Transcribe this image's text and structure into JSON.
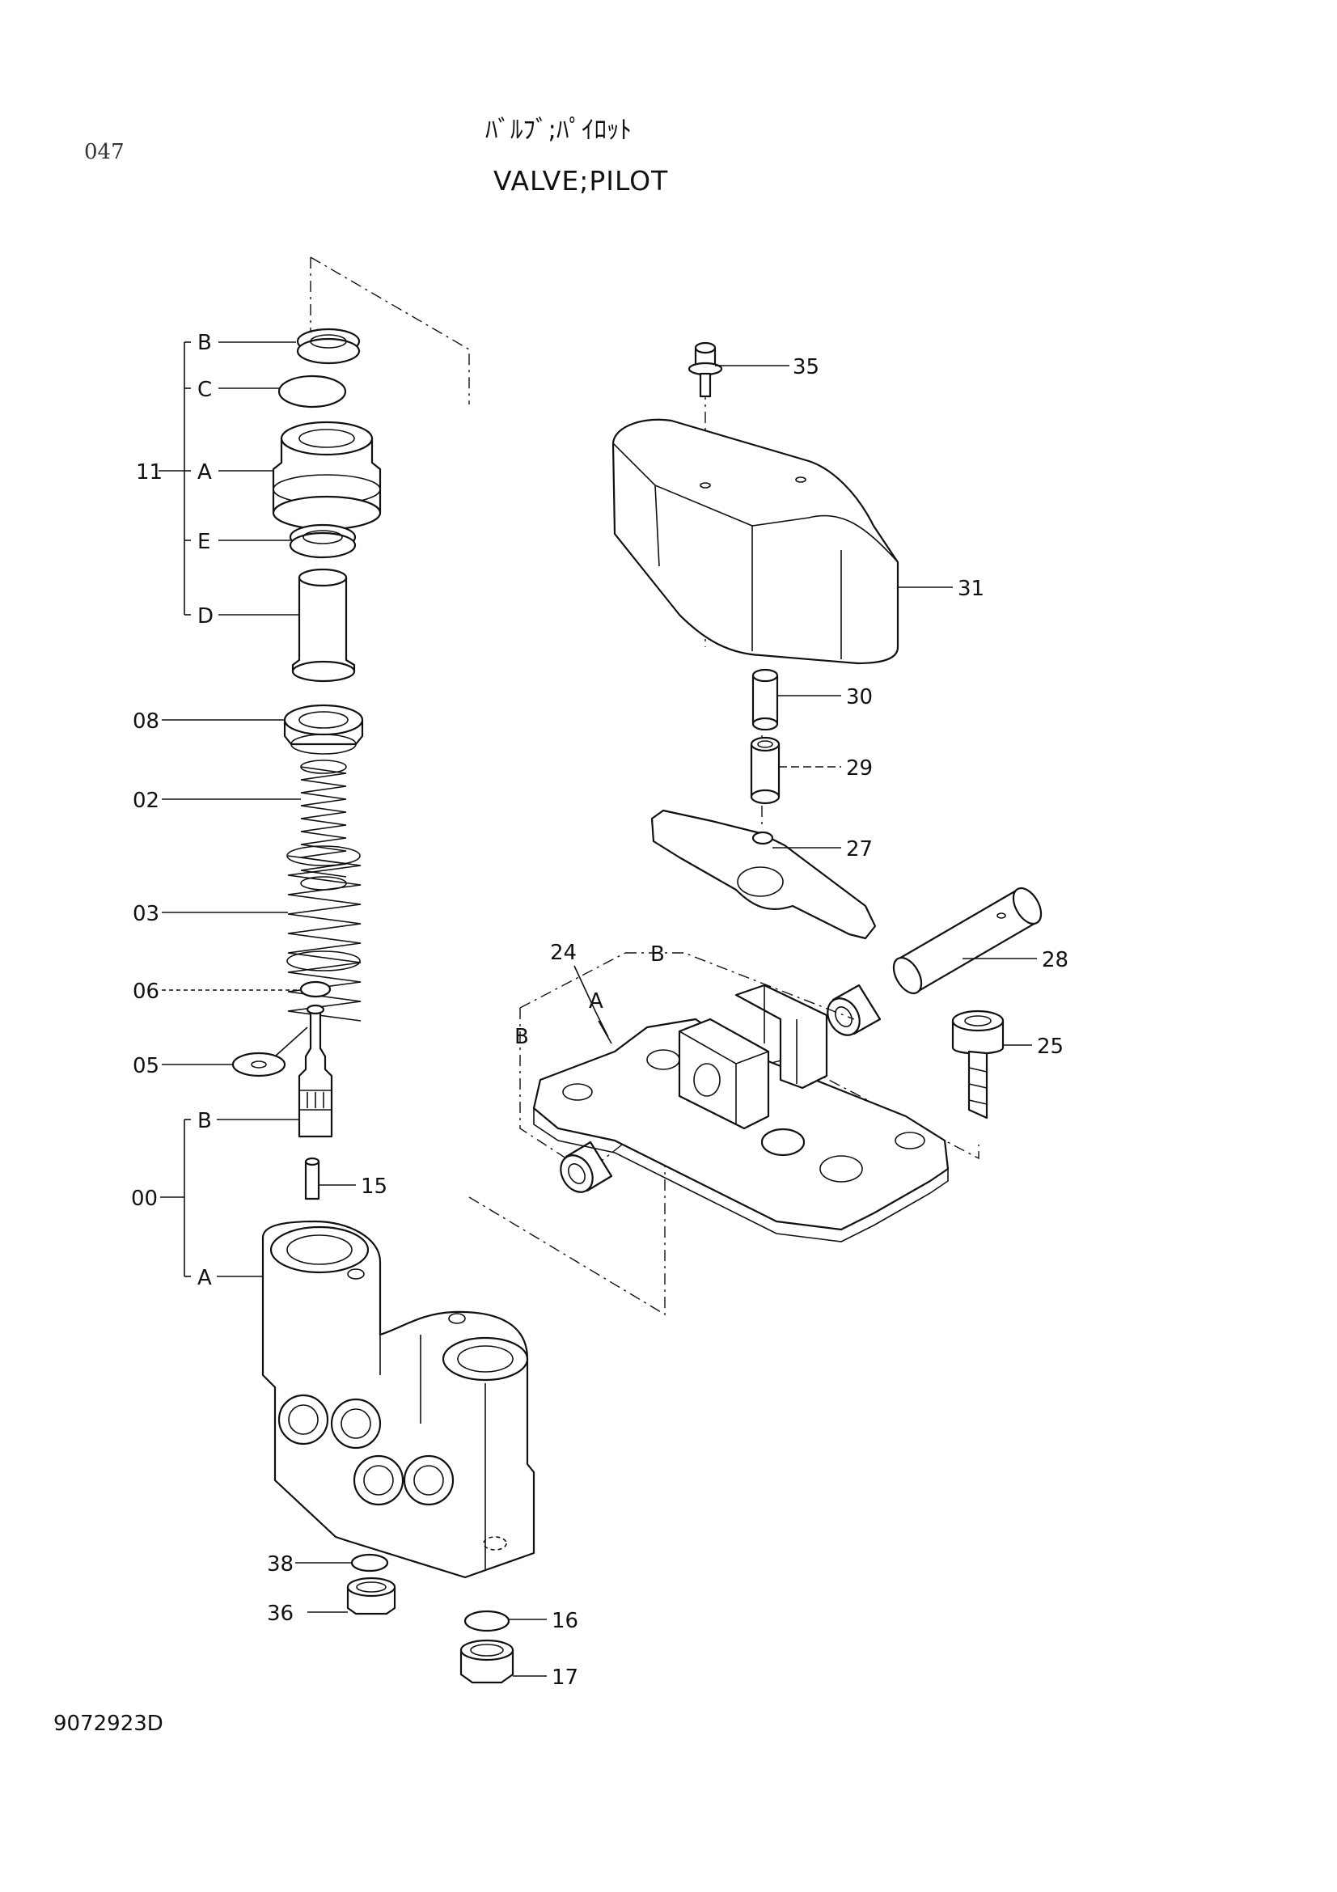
{
  "header": {
    "page_number": "047",
    "title_jp": "ﾊﾞﾙﾌﾞ;ﾊﾟｲﾛｯﾄ",
    "title_en": "VALVE;PILOT"
  },
  "footer": {
    "drawing_number": "9072923D"
  },
  "callouts": {
    "c11": "11",
    "c11B": "B",
    "c11C": "C",
    "c11A": "A",
    "c11E": "E",
    "c11D": "D",
    "c08": "08",
    "c02": "02",
    "c03": "03",
    "c06": "06",
    "c05": "05",
    "c00": "00",
    "c00B": "B",
    "c00A": "A",
    "c15": "15",
    "c38": "38",
    "c36": "36",
    "c16": "16",
    "c17": "17",
    "c35": "35",
    "c31": "31",
    "c30": "30",
    "c29": "29",
    "c27": "27",
    "c28": "28",
    "c25": "25",
    "c24": "24",
    "c24A": "A",
    "c24B1": "B",
    "c24B2": "B"
  }
}
